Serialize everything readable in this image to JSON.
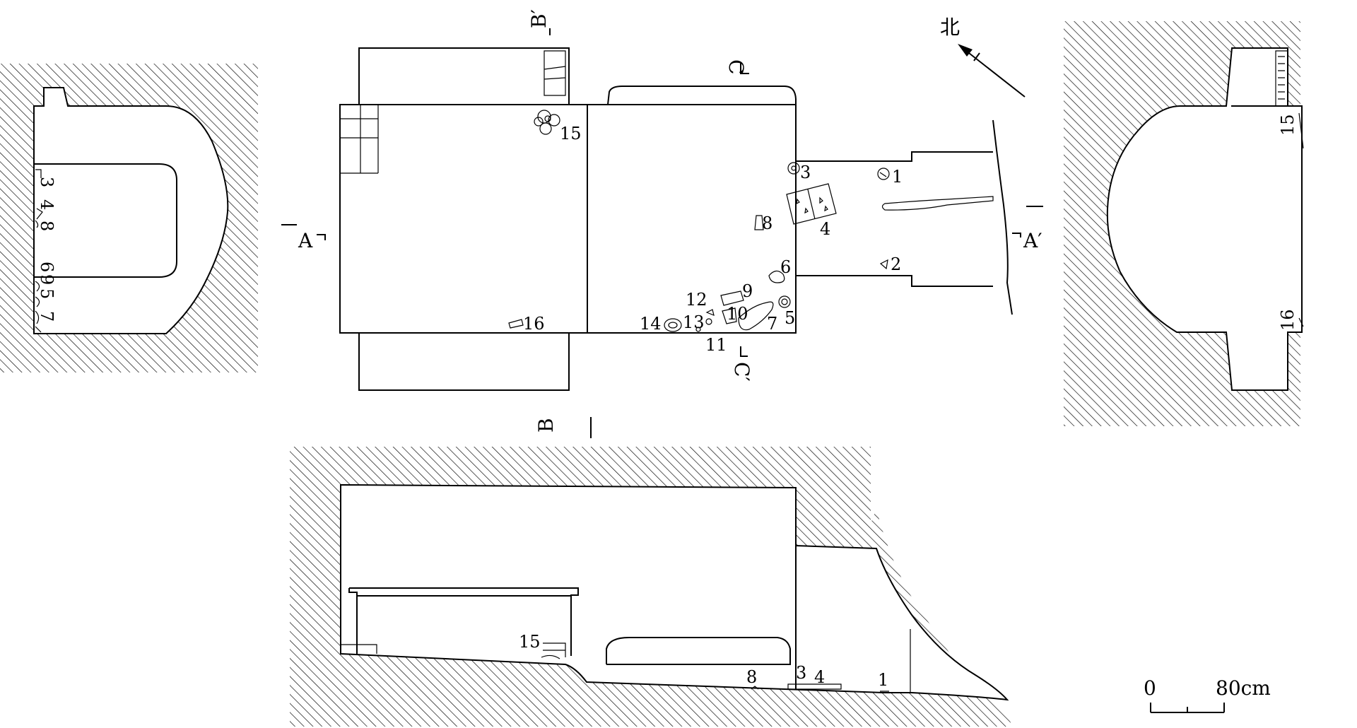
{
  "north_label": "北",
  "section_labels": {
    "a_left": "A",
    "a_right": "A′",
    "b_top": "B′",
    "b_bottom": "B",
    "c_top": "C",
    "c_bottom": "C′"
  },
  "plan_items": [
    "1",
    "2",
    "3",
    "4",
    "5",
    "6",
    "7",
    "8",
    "9",
    "10",
    "11",
    "12",
    "13",
    "14",
    "15",
    "16"
  ],
  "left_section_items": [
    "3",
    "4",
    "8",
    "6",
    "9",
    "5",
    "7"
  ],
  "right_section_items": [
    "15",
    "16"
  ],
  "bottom_section_items": [
    "15",
    "8",
    "3",
    "4",
    "1"
  ],
  "scale": {
    "zero": "0",
    "max": "80cm"
  },
  "colors": {
    "ink": "#000000",
    "paper": "#ffffff"
  }
}
